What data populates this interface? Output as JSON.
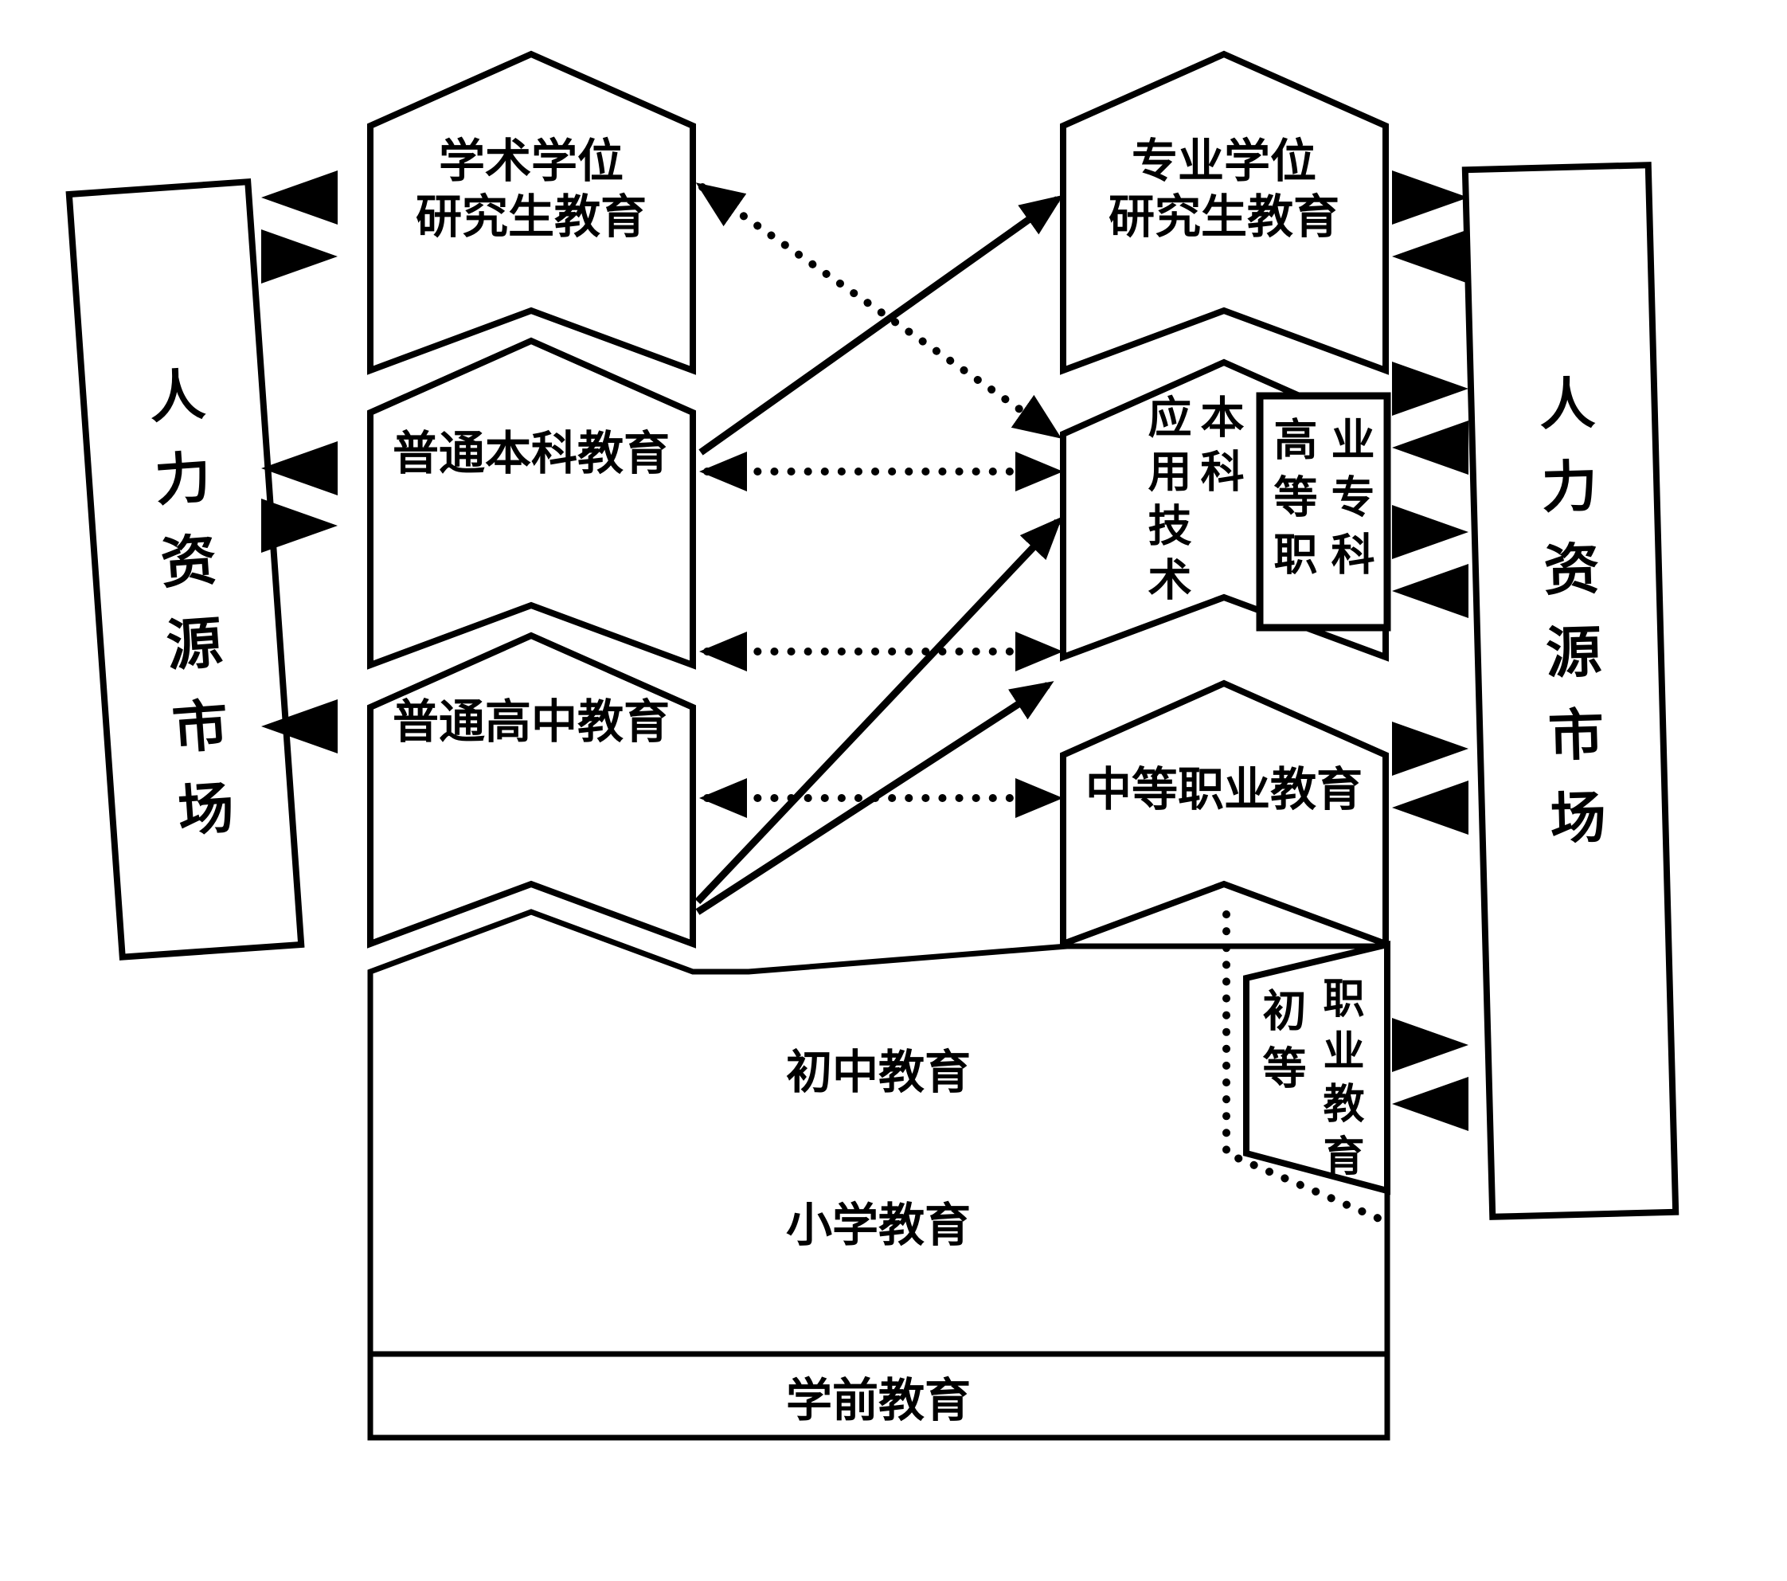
{
  "diagram": {
    "hr_market_left": "人力资源市场",
    "hr_market_right": "人力资源市场",
    "academic_graduate_line1": "学术学位",
    "academic_graduate_line2": "研究生教育",
    "professional_graduate_line1": "专业学位",
    "professional_graduate_line2": "研究生教育",
    "general_undergraduate": "普通本科教育",
    "general_high_school": "普通高中教育",
    "applied_tech_col1": "应用技术",
    "applied_tech_col2": "本科",
    "higher_vocational_col1": "高等职",
    "higher_vocational_col2": "业专科",
    "secondary_vocational": "中等职业教育",
    "primary_vocational_col1": "初等",
    "primary_vocational_col2": "职业教育",
    "junior_middle_school": "初中教育",
    "primary_school": "小学教育",
    "preschool": "学前教育"
  },
  "colors": {
    "ink": "#000000",
    "paper": "#ffffff"
  }
}
